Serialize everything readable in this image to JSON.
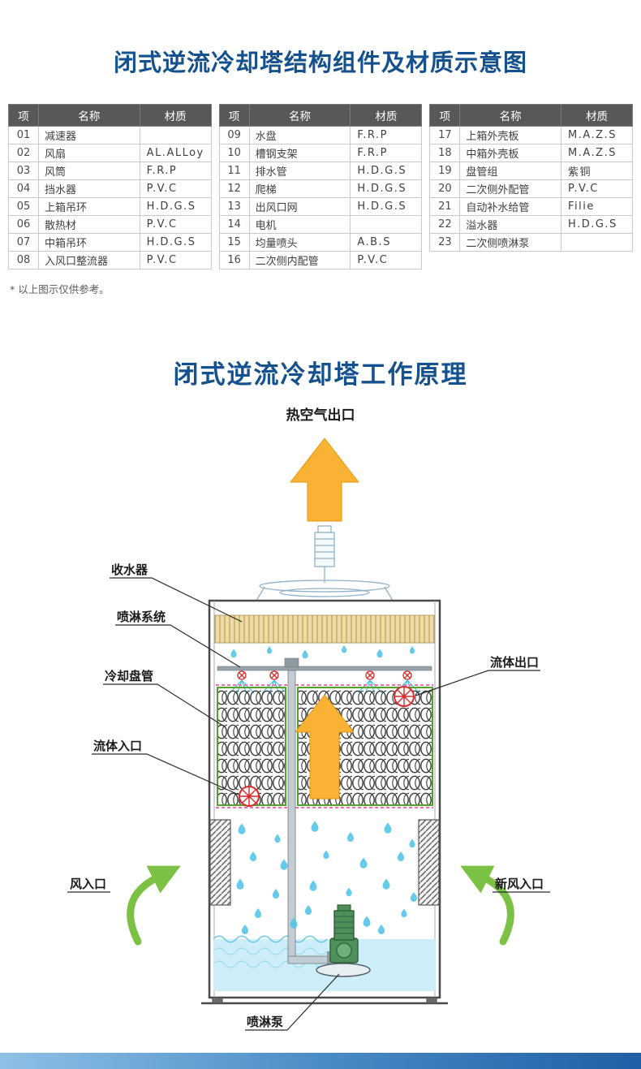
{
  "page": {
    "title_structure": "闭式逆流冷却塔结构组件及材质示意图",
    "title_principle": "闭式逆流冷却塔工作原理",
    "footnote": "* 以上图示仅供参考。"
  },
  "tables": {
    "headers": {
      "no": "项",
      "name": "名称",
      "material": "材质"
    },
    "t1": {
      "rows": [
        {
          "no": "01",
          "name": "减速器",
          "material": ""
        },
        {
          "no": "02",
          "name": "风扇",
          "material": "AL.ALLoy"
        },
        {
          "no": "03",
          "name": "风筒",
          "material": "F.R.P"
        },
        {
          "no": "04",
          "name": "挡水器",
          "material": "P.V.C"
        },
        {
          "no": "05",
          "name": "上箱吊环",
          "material": "H.D.G.S"
        },
        {
          "no": "06",
          "name": "散热材",
          "material": "P.V.C"
        },
        {
          "no": "07",
          "name": "中箱吊环",
          "material": "H.D.G.S"
        },
        {
          "no": "08",
          "name": "入风口整流器",
          "material": "P.V.C"
        }
      ]
    },
    "t2": {
      "rows": [
        {
          "no": "09",
          "name": "水盘",
          "material": "F.R.P"
        },
        {
          "no": "10",
          "name": "槽钢支架",
          "material": "F.R.P"
        },
        {
          "no": "11",
          "name": "排水管",
          "material": "H.D.G.S"
        },
        {
          "no": "12",
          "name": "爬梯",
          "material": "H.D.G.S"
        },
        {
          "no": "13",
          "name": "出风口网",
          "material": "H.D.G.S"
        },
        {
          "no": "14",
          "name": "电机",
          "material": ""
        },
        {
          "no": "15",
          "name": "均量喷头",
          "material": "A.B.S"
        },
        {
          "no": "16",
          "name": "二次侧内配管",
          "material": "P.V.C"
        }
      ]
    },
    "t3": {
      "rows": [
        {
          "no": "17",
          "name": "上箱外壳板",
          "material": "M.A.Z.S"
        },
        {
          "no": "18",
          "name": "中箱外壳板",
          "material": "M.A.Z.S"
        },
        {
          "no": "19",
          "name": "盘管组",
          "material": "紫铜"
        },
        {
          "no": "20",
          "name": "二次侧外配管",
          "material": "P.V.C"
        },
        {
          "no": "21",
          "name": "自动补水给管",
          "material": "Filie"
        },
        {
          "no": "22",
          "name": "溢水器",
          "material": "H.D.G.S"
        },
        {
          "no": "23",
          "name": "二次侧喷淋泵",
          "material": ""
        }
      ]
    }
  },
  "diagram": {
    "labels": {
      "hot_air_outlet": "热空气出口",
      "water_collector": "收水器",
      "spray_system": "喷淋系统",
      "cooling_coil": "冷却盘管",
      "fluid_outlet": "流体出口",
      "fluid_inlet": "流体入口",
      "air_inlet": "风入口",
      "fresh_air_inlet": "新风入口",
      "spray_pump": "喷淋泵"
    },
    "colors": {
      "arrow_orange": "#f9b233",
      "airflow_green": "#7bc143",
      "water_blue": "#55c6e8",
      "coil_border_green": "#56a02e",
      "dashed_pink": "#ef6fb3",
      "eliminator_tan": "#ecdcaa",
      "valve_red": "#d92b2b"
    }
  },
  "theme": {
    "title_blue": "#15518e",
    "header_gray": "#58585a",
    "table_border": "#c9c9c9",
    "footer_start": "#8fc0e6",
    "footer_mid": "#4a8cc7",
    "footer_end": "#1f5fa5"
  }
}
